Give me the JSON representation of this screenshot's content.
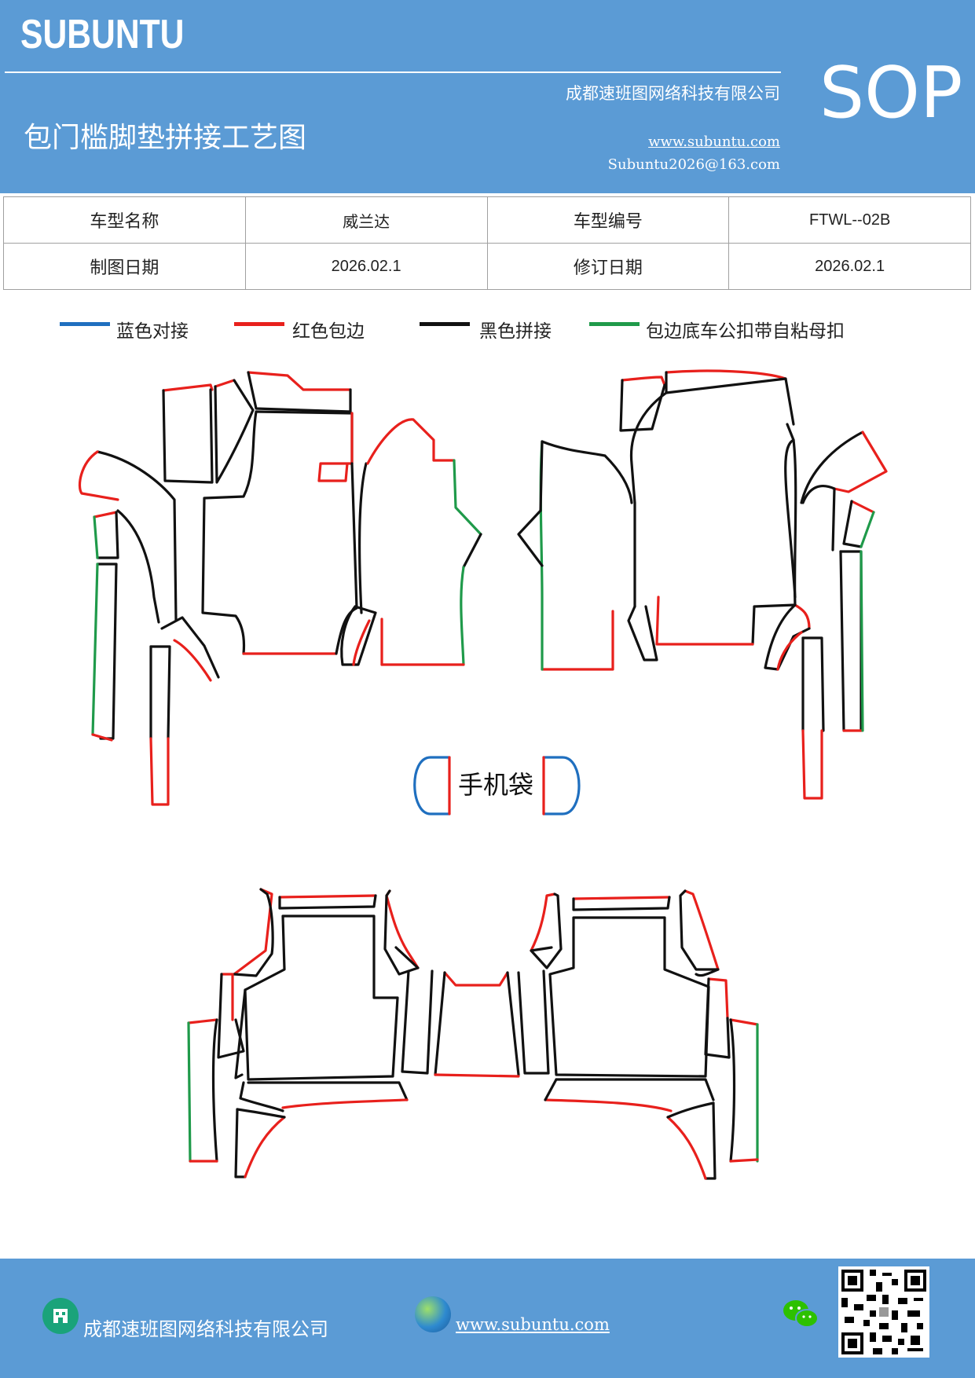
{
  "header": {
    "logo": "SUBUNTU",
    "sop": "SOP",
    "company": "成都速班图网络科技有限公司",
    "title": "包门槛脚垫拼接工艺图",
    "website": "www.subuntu.com",
    "email": "Subuntu2026@163.com"
  },
  "info_table": {
    "row1": [
      "车型名称",
      "威兰达",
      "车型编号",
      "FTWL--02B"
    ],
    "row2": [
      "制图日期",
      "2026.02.1",
      "修订日期",
      "2026.02.1"
    ]
  },
  "legend": [
    {
      "label": "蓝色对接",
      "color": "#1f6fbf"
    },
    {
      "label": "红色包边",
      "color": "#e8201c"
    },
    {
      "label": "黑色拼接",
      "color": "#111111"
    },
    {
      "label": "包边底车公扣带自粘母扣",
      "color": "#1f9a4a"
    }
  ],
  "drawing": {
    "phone_bag_label": "手机袋"
  },
  "footer": {
    "company": "成都速班图网络科技有限公司",
    "website": "www.subuntu.com",
    "icons": [
      "building-icon",
      "globe-icon",
      "wechat-icon",
      "qr-code"
    ]
  }
}
